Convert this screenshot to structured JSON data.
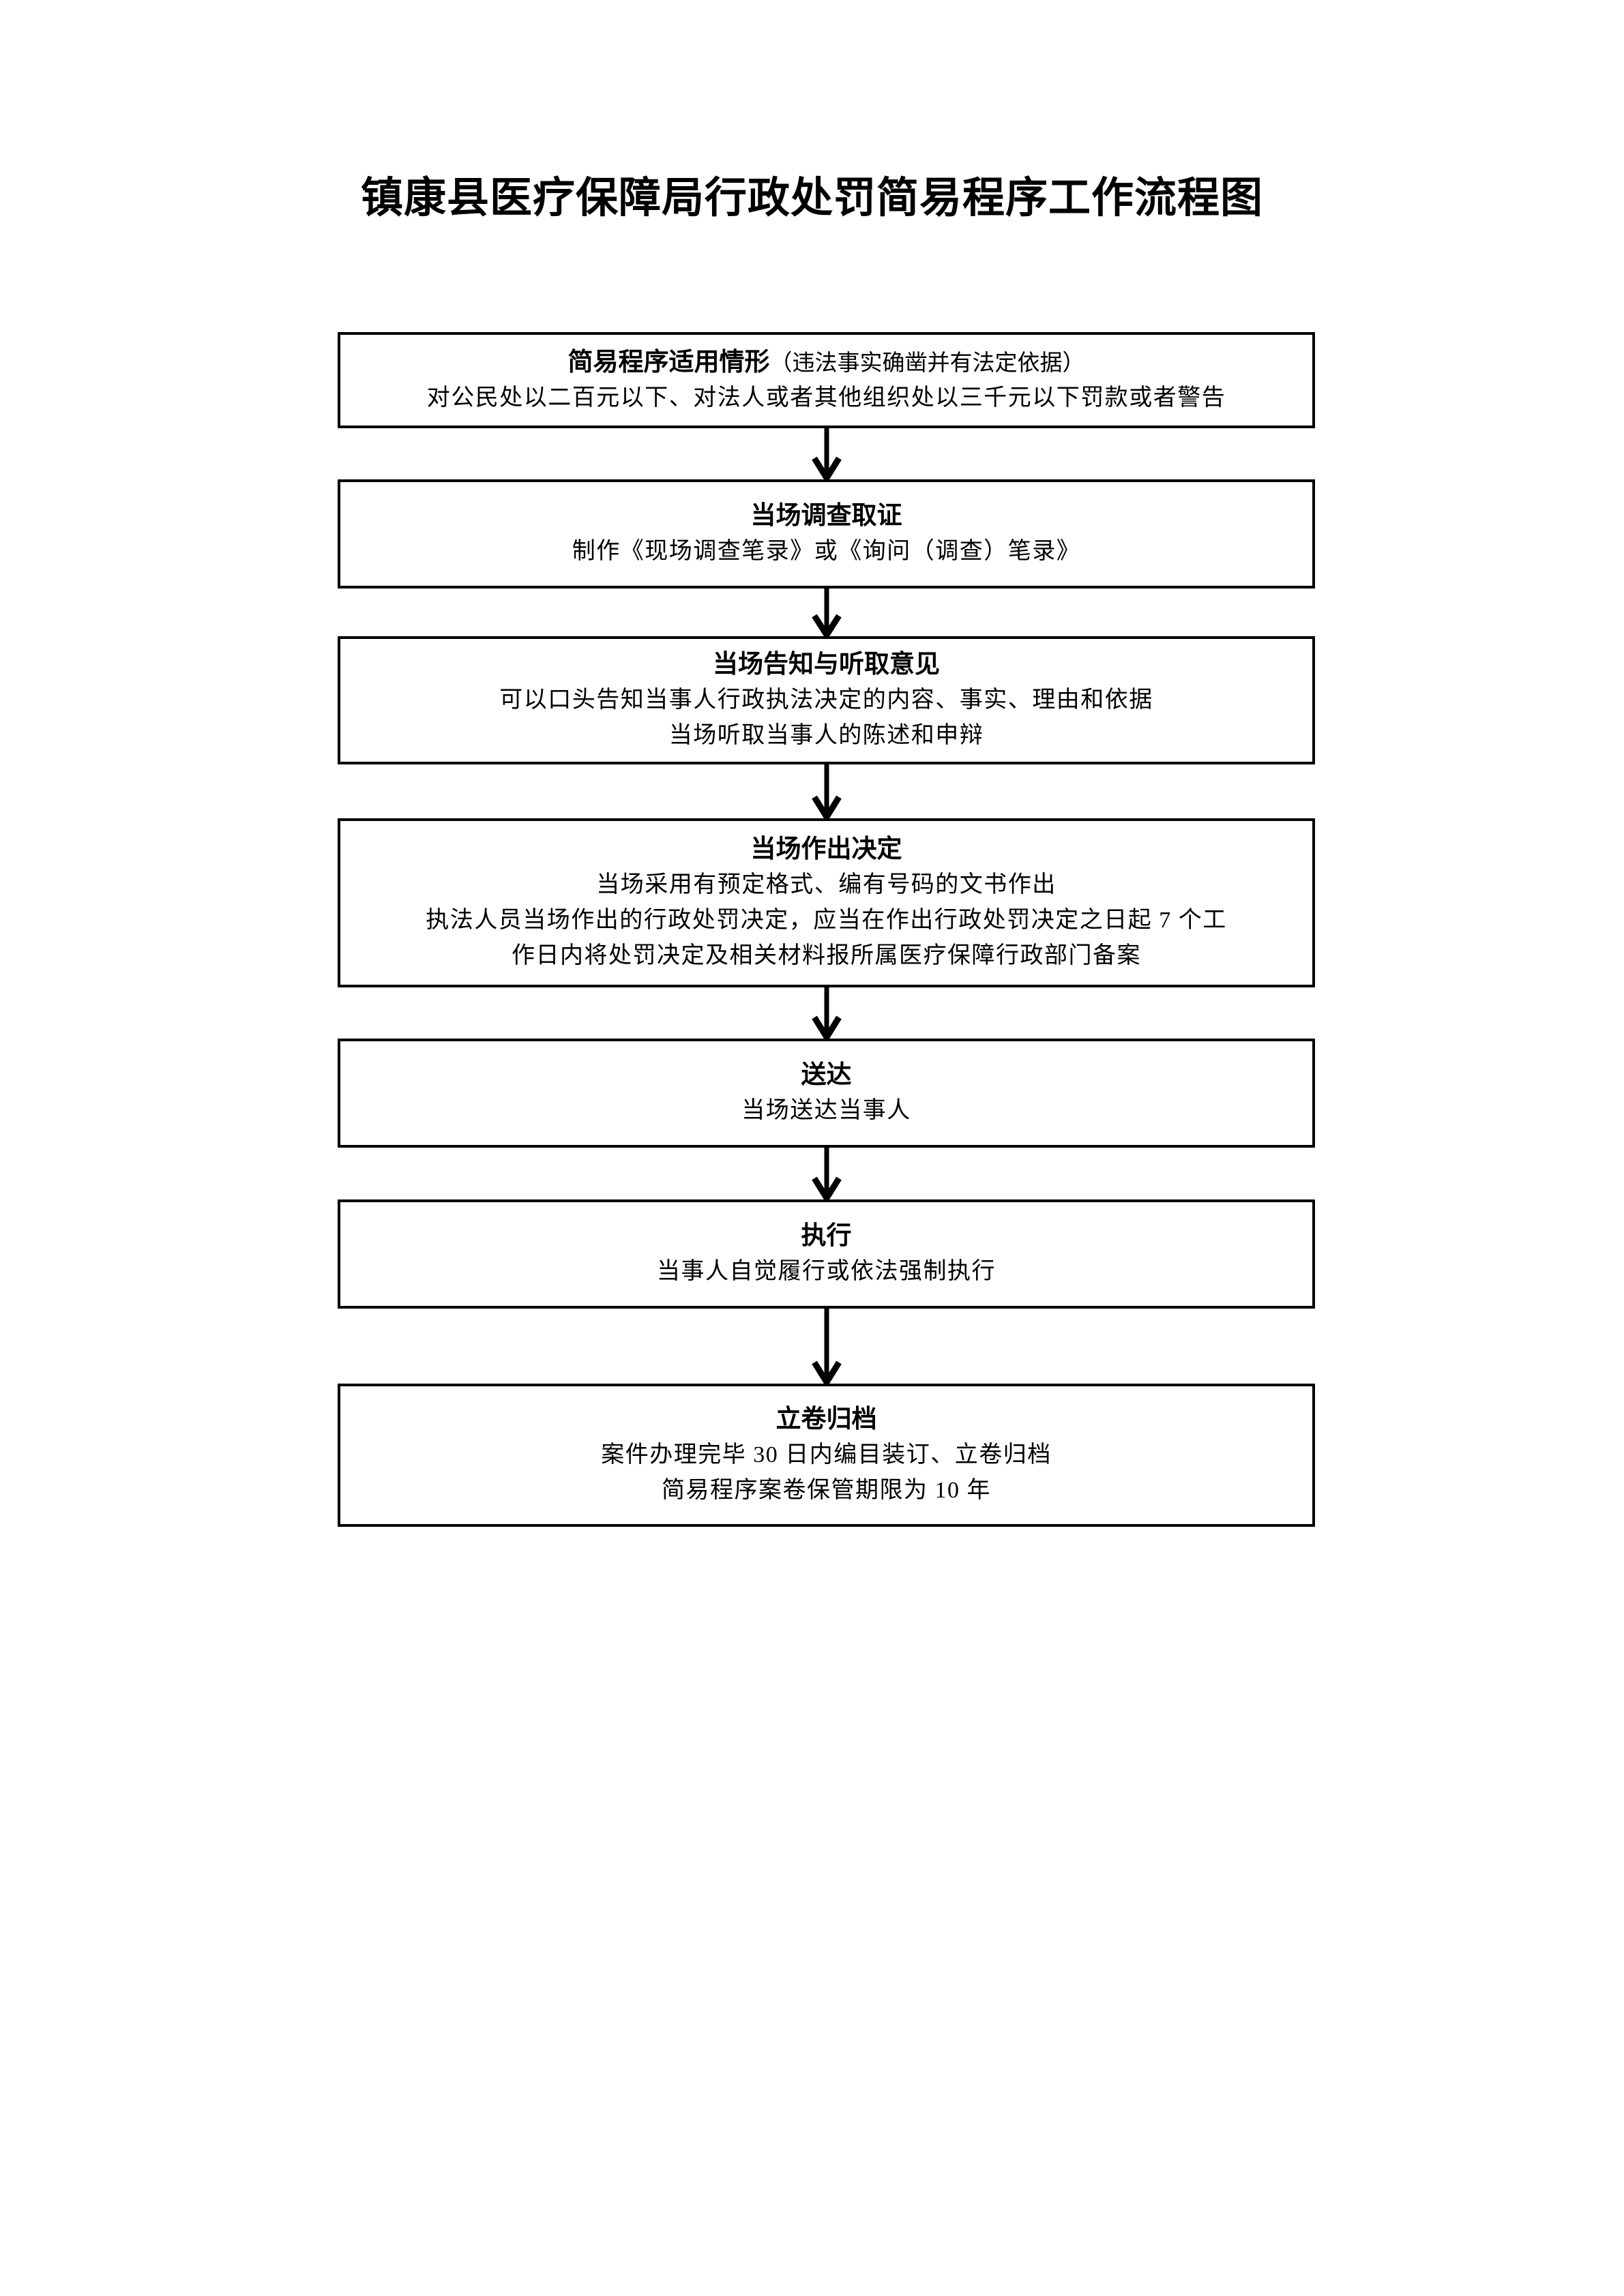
{
  "document": {
    "title": "镇康县医疗保障局行政处罚简易程序工作流程图"
  },
  "flow": {
    "orientation": "vertical",
    "arrow_glyph": "down-arrow",
    "nodes": [
      {
        "id": "applicable-scope",
        "heading": "简易程序适用情形",
        "heading_paren": "（违法事实确凿并有法定依据）",
        "lines": [
          "对公民处以二百元以下、对法人或者其他组织处以三千元以下罚款或者警告"
        ]
      },
      {
        "id": "on-site-investigation",
        "heading": "当场调查取证",
        "heading_paren": "",
        "lines": [
          "制作《现场调查笔录》或《询问（调查）笔录》"
        ]
      },
      {
        "id": "on-site-notice-and-opinions",
        "heading": "当场告知与听取意见",
        "heading_paren": "",
        "lines": [
          "可以口头告知当事人行政执法决定的内容、事实、理由和依据",
          "当场听取当事人的陈述和申辩"
        ]
      },
      {
        "id": "on-site-decision",
        "heading": "当场作出决定",
        "heading_paren": "",
        "lines": [
          "当场采用有预定格式、编有号码的文书作出",
          "执法人员当场作出的行政处罚决定，应当在作出行政处罚决定之日起 7 个工",
          "作日内将处罚决定及相关材料报所属医疗保障行政部门备案"
        ]
      },
      {
        "id": "service-of-documents",
        "heading": "送达",
        "heading_paren": "",
        "lines": [
          "当场送达当事人"
        ]
      },
      {
        "id": "enforcement",
        "heading": "执行",
        "heading_paren": "",
        "lines": [
          "当事人自觉履行或依法强制执行"
        ]
      },
      {
        "id": "file-and-archive",
        "heading": "立卷归档",
        "heading_paren": "",
        "lines": [
          "案件办理完毕 30 日内编目装订、立卷归档",
          "简易程序案卷保管期限为 10 年"
        ]
      }
    ]
  },
  "colors": {
    "page_background": "#ffffff",
    "text": "#000000",
    "box_border": "#000000",
    "arrow": "#000000"
  }
}
